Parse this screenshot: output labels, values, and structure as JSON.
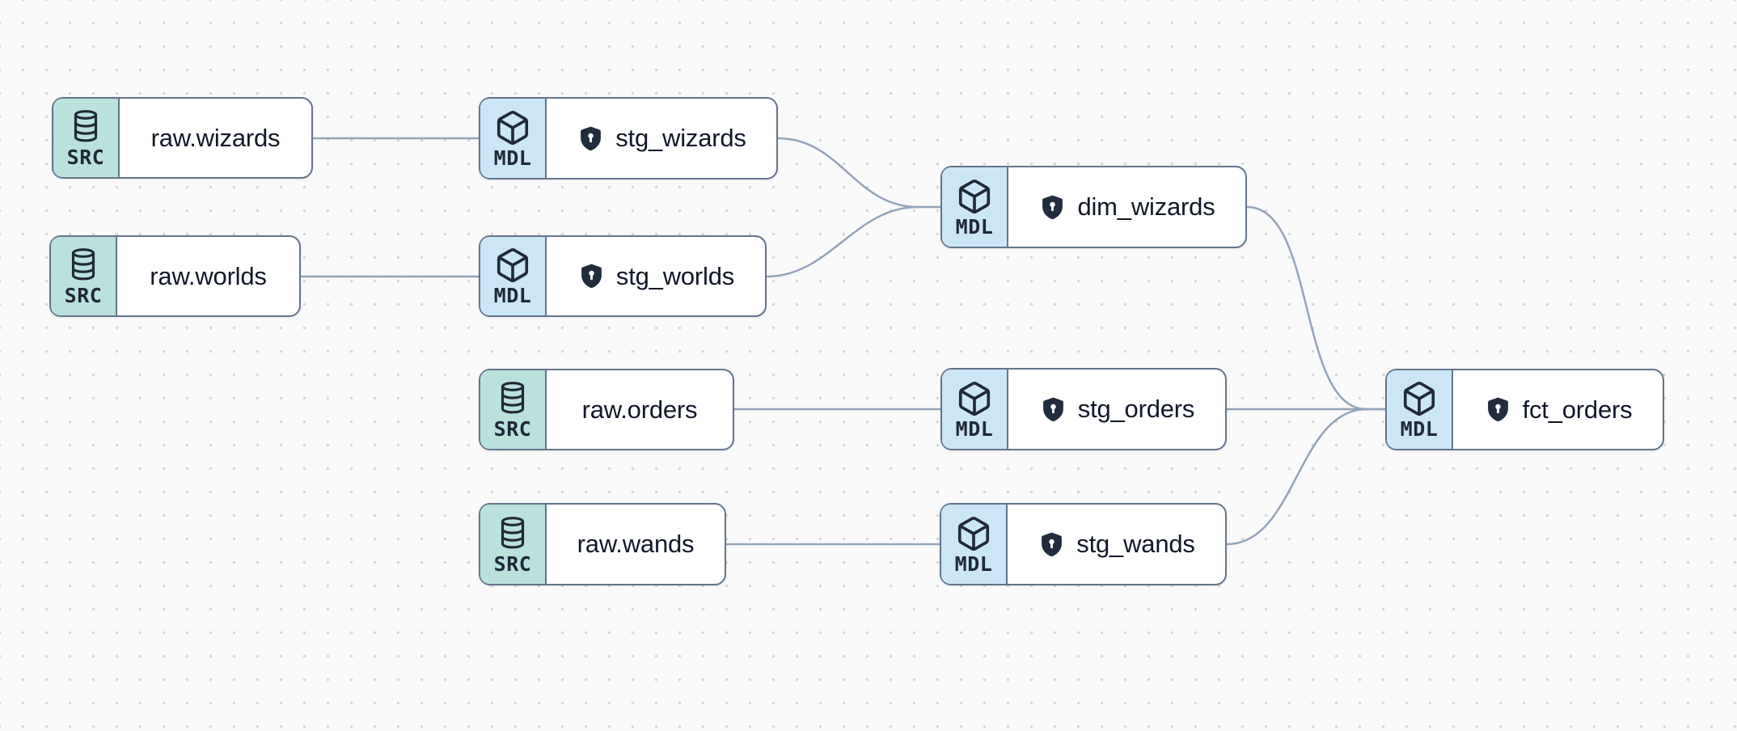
{
  "colors": {
    "background": "#fafafa",
    "grid_dot": "#d8d8d8",
    "node_border": "#64748b",
    "node_background": "#ffffff",
    "source_badge_background": "#b9e2dd",
    "model_badge_background": "#cbe6f7",
    "edge": "#94a3b8",
    "label_text": "#101828",
    "badge_text": "#1f2937",
    "shield_fill": "#212c3d"
  },
  "nodes": [
    {
      "id": "raw-wizards",
      "kind": "source",
      "type_label": "SRC",
      "icon": "database-icon",
      "label": "raw.wizards",
      "protected": false
    },
    {
      "id": "stg-wizards",
      "kind": "model",
      "type_label": "MDL",
      "icon": "cube-icon",
      "label": "stg_wizards",
      "protected": true
    },
    {
      "id": "raw-worlds",
      "kind": "source",
      "type_label": "SRC",
      "icon": "database-icon",
      "label": "raw.worlds",
      "protected": false
    },
    {
      "id": "stg-worlds",
      "kind": "model",
      "type_label": "MDL",
      "icon": "cube-icon",
      "label": "stg_worlds",
      "protected": true
    },
    {
      "id": "dim-wizards",
      "kind": "model",
      "type_label": "MDL",
      "icon": "cube-icon",
      "label": "dim_wizards",
      "protected": true
    },
    {
      "id": "raw-orders",
      "kind": "source",
      "type_label": "SRC",
      "icon": "database-icon",
      "label": "raw.orders",
      "protected": false
    },
    {
      "id": "stg-orders",
      "kind": "model",
      "type_label": "MDL",
      "icon": "cube-icon",
      "label": "stg_orders",
      "protected": true
    },
    {
      "id": "raw-wands",
      "kind": "source",
      "type_label": "SRC",
      "icon": "database-icon",
      "label": "raw.wands",
      "protected": false
    },
    {
      "id": "stg-wands",
      "kind": "model",
      "type_label": "MDL",
      "icon": "cube-icon",
      "label": "stg_wands",
      "protected": true
    },
    {
      "id": "fct-orders",
      "kind": "model",
      "type_label": "MDL",
      "icon": "cube-icon",
      "label": "fct_orders",
      "protected": true
    }
  ],
  "edges": [
    {
      "from": "raw.wizards",
      "to": "stg_wizards"
    },
    {
      "from": "raw.worlds",
      "to": "stg_worlds"
    },
    {
      "from": "stg_wizards",
      "to": "dim_wizards"
    },
    {
      "from": "stg_worlds",
      "to": "dim_wizards"
    },
    {
      "from": "raw.orders",
      "to": "stg_orders"
    },
    {
      "from": "raw.wands",
      "to": "stg_wands"
    },
    {
      "from": "stg_orders",
      "to": "fct_orders"
    },
    {
      "from": "dim_wizards",
      "to": "fct_orders"
    },
    {
      "from": "stg_wands",
      "to": "fct_orders"
    }
  ]
}
